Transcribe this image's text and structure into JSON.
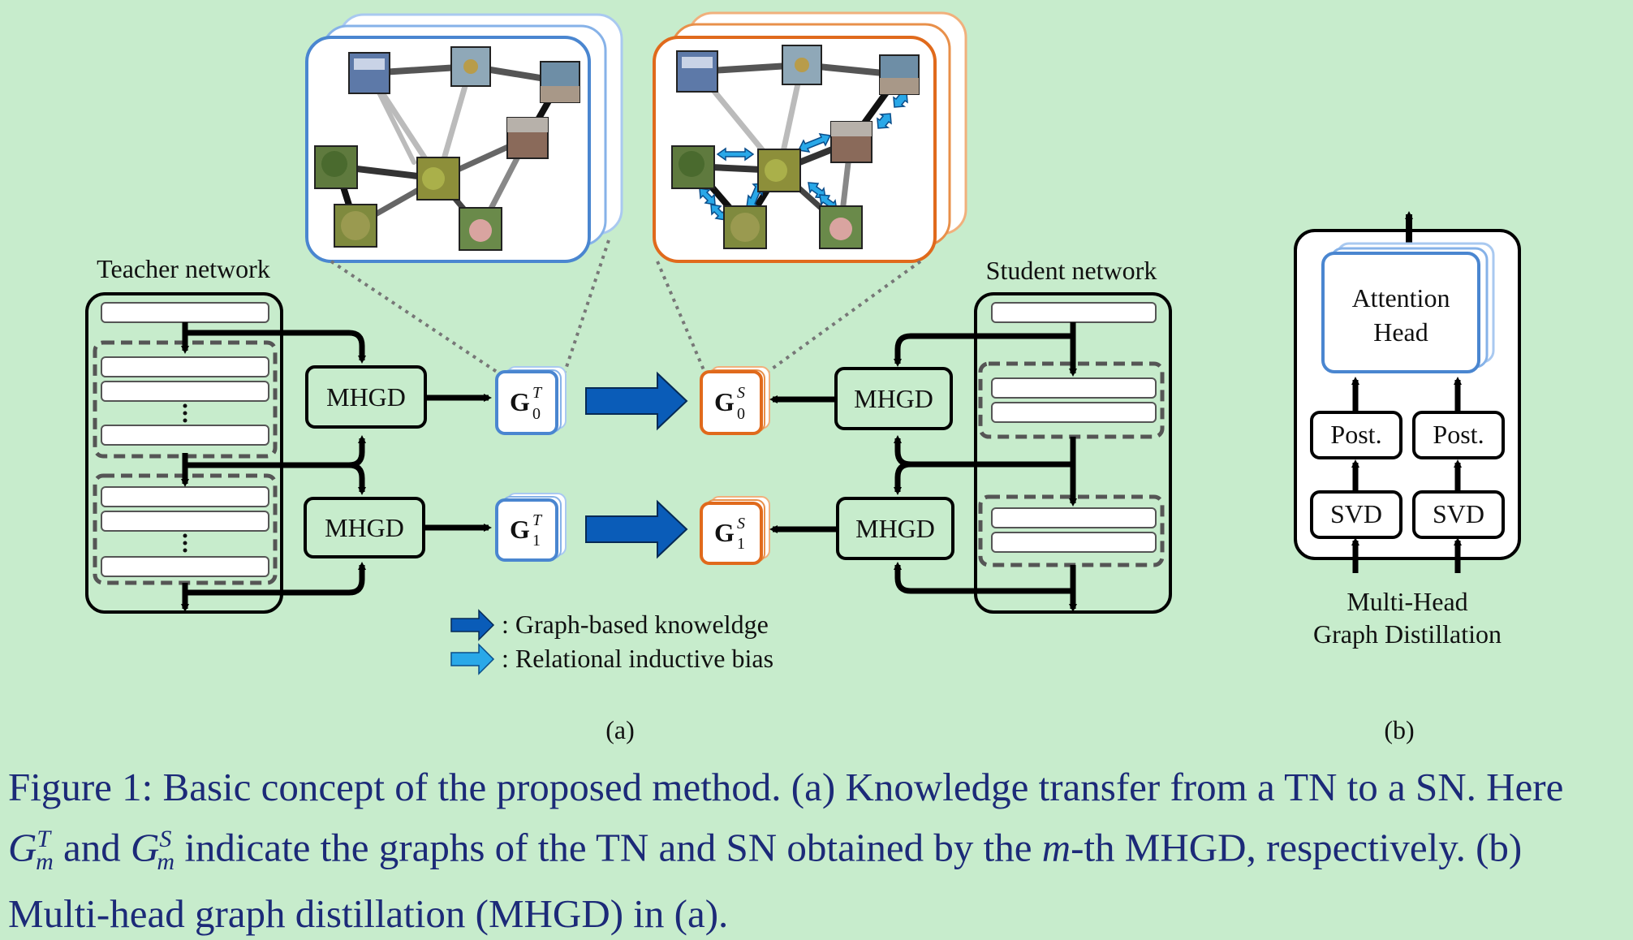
{
  "figure_a": {
    "teacher_label": "Teacher network",
    "student_label": "Student network",
    "mhgd_label": "MHGD",
    "graph_letter": "G",
    "teacher_sup": "T",
    "student_sup": "S",
    "sub_0": "0",
    "sub_1": "1",
    "legend_1": ": Graph-based knoweldge",
    "legend_2": ": Relational inductive bias",
    "panel_label": "(a)",
    "colors": {
      "teacher": "#4a86d0",
      "student": "#e06a1c",
      "arrow_dark": "#0a5cb8",
      "arrow_light": "#29a8e8",
      "bg": "#c7eccc"
    }
  },
  "figure_b": {
    "attention_line1": "Attention",
    "attention_line2": "Head",
    "post_label": "Post.",
    "svd_label": "SVD",
    "caption_line1": "Multi-Head",
    "caption_line2": "Graph Distillation",
    "panel_label": "(b)"
  },
  "caption": {
    "prefix": "Figure 1:",
    "t1": " Basic concept of the proposed method.  (a) Knowledge transfer from a TN to a SN. Here ",
    "g": "G",
    "sub_m": "m",
    "sup_t": "T",
    "and": " and ",
    "sup_s": "S",
    "t2": " indicate the graphs of the TN and SN obtained by the ",
    "m": "m",
    "t3": "-th MHGD, respectively. (b) Multi-head graph distillation (MHGD) in (a)."
  }
}
